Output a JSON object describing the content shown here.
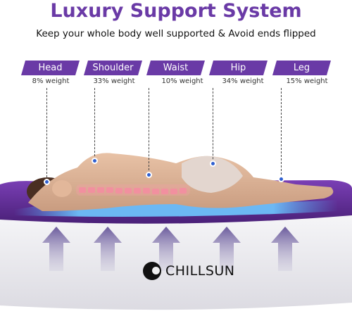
{
  "title": "Luxury Support System",
  "subtitle": "Keep your whole body well supported & Avoid ends flipped",
  "zones": [
    {
      "label": "Head",
      "weight": "8% weight"
    },
    {
      "label": "Shoulder",
      "weight": "33% weight"
    },
    {
      "label": "Waist",
      "weight": "10% weight"
    },
    {
      "label": "Hip",
      "weight": "34% weight"
    },
    {
      "label": "Leg",
      "weight": "15% weight"
    }
  ],
  "brand": "CHILLSUN",
  "colors": {
    "accent": "#6a3aa6",
    "dot": "#2f5fd0",
    "mattress_top": "#5b2d91",
    "mattress_side": "#ecebf0"
  }
}
